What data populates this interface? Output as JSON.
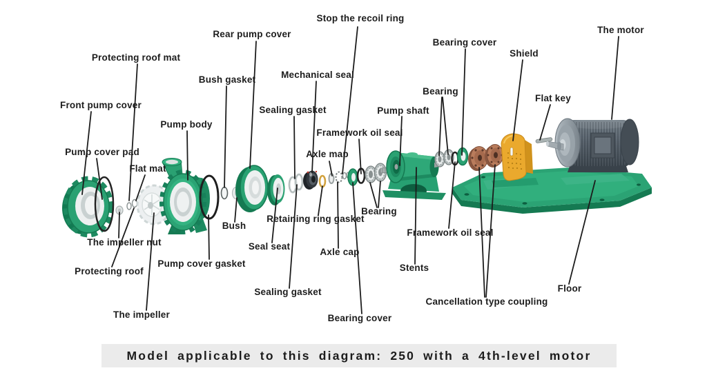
{
  "diagram": {
    "caption": {
      "text": "Model applicable to this diagram: 250 with a 4th-level motor",
      "background": "#ebebeb",
      "color": "#1c1c1c"
    },
    "labels": [
      {
        "text": "Stop the recoil ring"
      },
      {
        "text": "Rear pump cover"
      },
      {
        "text": "Bearing cover"
      },
      {
        "text": "The motor"
      },
      {
        "text": "Shield"
      },
      {
        "text": "Protecting roof mat"
      },
      {
        "text": "Bush gasket"
      },
      {
        "text": "Mechanical seal"
      },
      {
        "text": "Bearing"
      },
      {
        "text": "Flat key"
      },
      {
        "text": "Front pump cover"
      },
      {
        "text": "Sealing gasket"
      },
      {
        "text": "Pump shaft"
      },
      {
        "text": "Pump body"
      },
      {
        "text": "Framework oil seal"
      },
      {
        "text": "Pump cover pad"
      },
      {
        "text": "Axle map"
      },
      {
        "text": "Flat mat"
      },
      {
        "text": "Bush"
      },
      {
        "text": "Retaining ring gasket"
      },
      {
        "text": "Bearing"
      },
      {
        "text": "The impeller nut"
      },
      {
        "text": "Seal seat"
      },
      {
        "text": "Protecting roof"
      },
      {
        "text": "Pump cover gasket"
      },
      {
        "text": "Axle cap"
      },
      {
        "text": "Framework oil seal"
      },
      {
        "text": "Stents"
      },
      {
        "text": "The impeller"
      },
      {
        "text": "Sealing gasket"
      },
      {
        "text": "Bearing cover"
      },
      {
        "text": "Cancellation type coupling"
      },
      {
        "text": "Floor"
      }
    ],
    "colors": {
      "part_green": "#2aa172",
      "part_green_dark": "#157a52",
      "part_green_light": "#49bd8c",
      "part_white": "#edf0f0",
      "gasket_black": "#222222",
      "coupling_copper": "#b97c5c",
      "shield_yellow": "#eaa92d",
      "motor_gray": "#57616b",
      "leader_line": "#1c1c1c",
      "background": "#ffffff"
    }
  }
}
